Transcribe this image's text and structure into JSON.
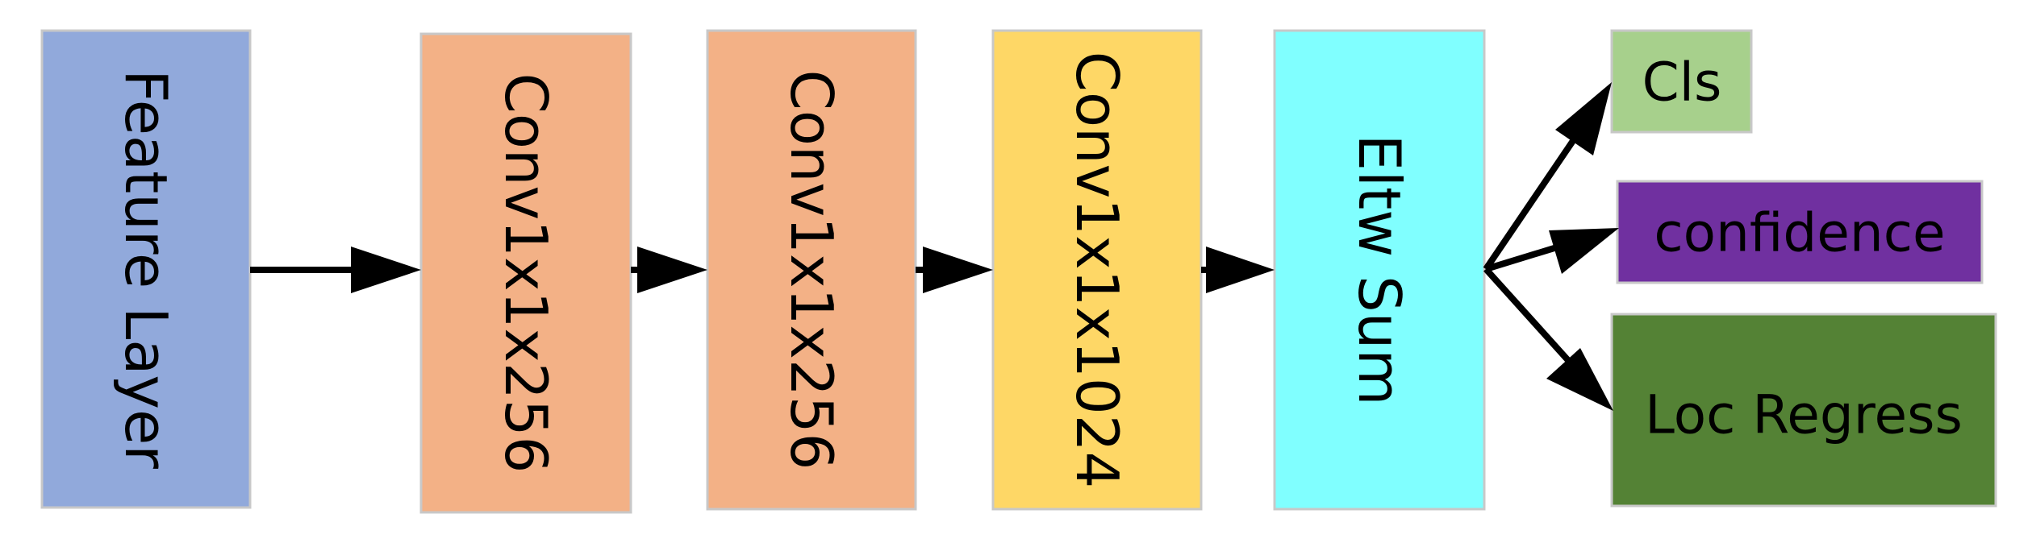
{
  "blocks": [
    {
      "id": "feature-layer",
      "label": "Feature Layer",
      "color": "#91A9DB"
    },
    {
      "id": "conv1",
      "label": "Conv1x1x256",
      "color": "#F3B186"
    },
    {
      "id": "conv2",
      "label": "Conv1x1x256",
      "color": "#F3B186"
    },
    {
      "id": "conv3",
      "label": "Conv1x1x1024",
      "color": "#FED766"
    },
    {
      "id": "eltw-sum",
      "label": "Eltw Sum",
      "color": "#80FFFF"
    }
  ],
  "outputs": [
    {
      "id": "cls",
      "label": "Cls",
      "color": "#A7D08C"
    },
    {
      "id": "confidence",
      "label": "confidence",
      "color": "#7030A0"
    },
    {
      "id": "loc-regress",
      "label": "Loc Regress",
      "color": "#548235"
    }
  ]
}
